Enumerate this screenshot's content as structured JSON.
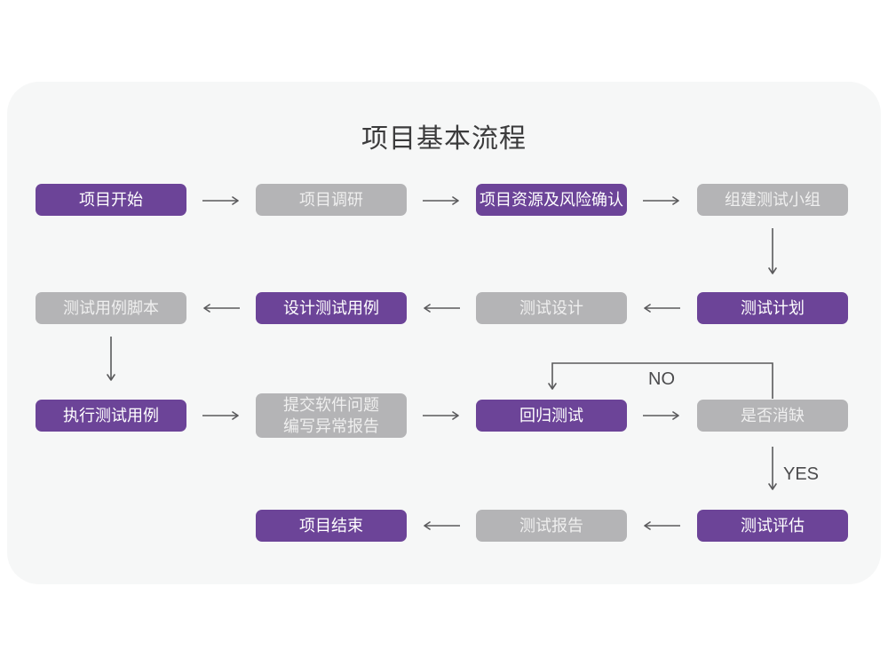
{
  "title": "项目基本流程",
  "edge_labels": {
    "no": "NO",
    "yes": "YES"
  },
  "colors": {
    "purple": "#6c4498",
    "gray": "#b4b4b6",
    "card_bg": "#f6f7f7",
    "arrow": "#5a5a5c",
    "purple_text": "#ffffff",
    "gray_text": "#efefef",
    "title_color": "#3b3b3c"
  },
  "nodes": [
    {
      "id": "project-start",
      "label": "项目开始",
      "variant": "purple"
    },
    {
      "id": "project-research",
      "label": "项目调研",
      "variant": "gray"
    },
    {
      "id": "resource-risk-confirm",
      "label": "项目资源及风险确认",
      "variant": "purple"
    },
    {
      "id": "build-test-team",
      "label": "组建测试小组",
      "variant": "gray"
    },
    {
      "id": "test-case-script",
      "label": "测试用例脚本",
      "variant": "gray"
    },
    {
      "id": "design-test-case",
      "label": "设计测试用例",
      "variant": "purple"
    },
    {
      "id": "test-design",
      "label": "测试设计",
      "variant": "gray"
    },
    {
      "id": "test-plan",
      "label": "测试计划",
      "variant": "purple"
    },
    {
      "id": "execute-test-case",
      "label": "执行测试用例",
      "variant": "purple"
    },
    {
      "id": "submit-issue-report",
      "lines": [
        "提交软件问题",
        "编写异常报告"
      ],
      "variant": "gray"
    },
    {
      "id": "regression-test",
      "label": "回归测试",
      "variant": "purple"
    },
    {
      "id": "defect-resolved",
      "label": "是否消缺",
      "variant": "gray"
    },
    {
      "id": "project-end",
      "label": "项目结束",
      "variant": "purple"
    },
    {
      "id": "test-report",
      "label": "测试报告",
      "variant": "gray"
    },
    {
      "id": "test-evaluation",
      "label": "测试评估",
      "variant": "purple"
    }
  ]
}
